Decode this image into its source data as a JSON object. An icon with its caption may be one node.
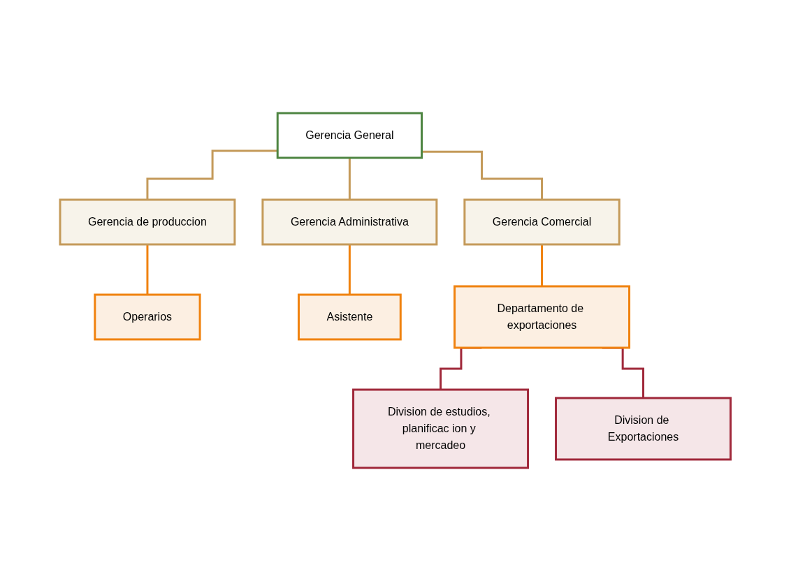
{
  "diagram": {
    "nodes": [
      {
        "text": [
          "Gerencia General"
        ]
      },
      {
        "text": [
          "Gerencia de produccion"
        ]
      },
      {
        "text": [
          "Gerencia Administrativa"
        ]
      },
      {
        "text": [
          "Gerencia Comercial"
        ]
      },
      {
        "text": [
          "Operarios"
        ]
      },
      {
        "text": [
          "Asistente"
        ]
      },
      {
        "text": [
          "Departamento de exportaciones"
        ]
      },
      {
        "text": [
          "Division de estudios, planificac ion y mercadeo"
        ]
      },
      {
        "text": [
          "Division de Exportaciones"
        ]
      }
    ],
    "edges": [
      {
        "from": 0,
        "to": 1,
        "arrow": "none",
        "color": "#c49a5a"
      },
      {
        "from": 0,
        "to": 2,
        "arrow": "none",
        "color": "#c49a5a"
      },
      {
        "from": 0,
        "to": 3,
        "arrow": "none",
        "color": "#c49a5a"
      },
      {
        "from": 1,
        "to": 4,
        "arrow": "none",
        "color": "#f0820f"
      },
      {
        "from": 2,
        "to": 5,
        "arrow": "none",
        "color": "#f0820f"
      },
      {
        "from": 3,
        "to": 6,
        "arrow": "none",
        "color": "#f0820f"
      },
      {
        "from": 6,
        "to": 7,
        "arrow": "none",
        "color": "#a0283a"
      },
      {
        "from": 6,
        "to": 8,
        "arrow": "none",
        "color": "#a0283a"
      }
    ]
  }
}
